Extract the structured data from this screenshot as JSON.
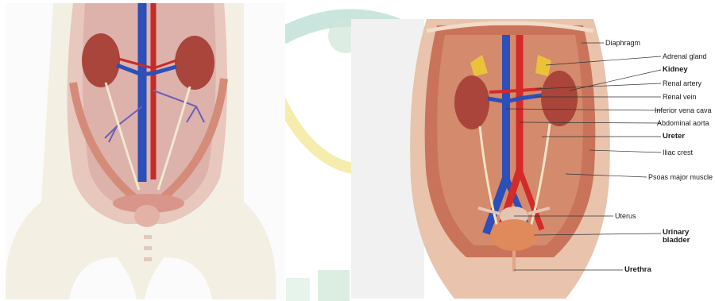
{
  "figure": {
    "left_panel": {
      "subject": "dissected rat urinary system"
    },
    "right_panel": {
      "subject": "human female urinary system",
      "labels": [
        {
          "text": "Diaphragm",
          "bold": false
        },
        {
          "text": "Adrenal gland",
          "bold": false
        },
        {
          "text": "Kidney",
          "bold": true
        },
        {
          "text": "Renal artery",
          "bold": false
        },
        {
          "text": "Renal vein",
          "bold": false
        },
        {
          "text": "Inferior vena cava",
          "bold": false
        },
        {
          "text": "Abdominal aorta",
          "bold": false
        },
        {
          "text": "Ureter",
          "bold": true
        },
        {
          "text": "Iliac crest",
          "bold": false
        },
        {
          "text": "Psoas major muscle",
          "bold": false
        },
        {
          "text": "Uterus",
          "bold": false
        },
        {
          "text": "Urinary bladder",
          "bold": true
        },
        {
          "text": "Urethra",
          "bold": true
        }
      ]
    },
    "colors": {
      "artery": "#d32a2a",
      "vein": "#2c4fb8",
      "kidney": "#a9453a",
      "muscle": "#c9745a",
      "skin": "#e9c3ab",
      "fur": "#f3efe3",
      "adrenal": "#e9c23a",
      "ureter": "#efe2c4"
    }
  }
}
